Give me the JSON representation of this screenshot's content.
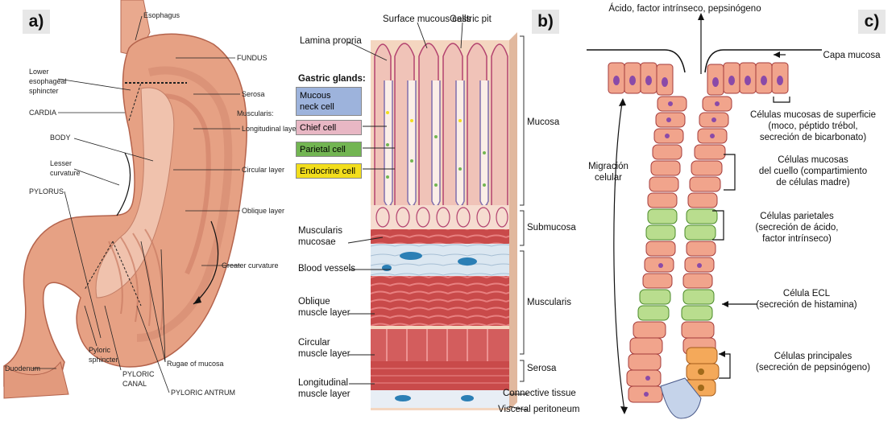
{
  "panel_letters": {
    "a": "a)",
    "b": "b)",
    "c": "c)"
  },
  "panel_a": {
    "esophagus": "Esophagus",
    "fundus": "FUNDUS",
    "les_1": "Lower",
    "les_2": "esophageal",
    "les_3": "sphincter",
    "serosa": "Serosa",
    "cardia": "CARDIA",
    "muscularis": "Muscularis:",
    "longitudinal": "Longitudinal layer",
    "body": "BODY",
    "lesser_1": "Lesser",
    "lesser_2": "curvature",
    "circular": "Circular layer",
    "pylorus": "PYLORUS",
    "oblique": "Oblique layer",
    "greater": "Greater curvature",
    "duodenum": "Duodenum",
    "pyl_sph_1": "Pyloric",
    "pyl_sph_2": "sphincter",
    "pyl_canal_1": "PYLORIC",
    "pyl_canal_2": "CANAL",
    "rugae": "Rugae of mucosa",
    "antrum": "PYLORIC ANTRUM"
  },
  "panel_b": {
    "surface_mucous": "Surface mucous cells",
    "gastric_pit": "Gastric pit",
    "lamina": "Lamina propria",
    "glands_title": "Gastric glands:",
    "gland_boxes": [
      {
        "label": "Mucous",
        "label2": "neck cell",
        "color": "#9db3dc"
      },
      {
        "label": "Chief cell",
        "label2": "",
        "color": "#e8b7c4"
      },
      {
        "label": "Parietal cell",
        "label2": "",
        "color": "#72b552"
      },
      {
        "label": "Endocrine cell",
        "label2": "",
        "color": "#f2de1c"
      }
    ],
    "mucosa": "Mucosa",
    "submucosa": "Submucosa",
    "musc_mucosae_1": "Muscularis",
    "musc_mucosae_2": "mucosae",
    "blood": "Blood vessels",
    "oblique_1": "Oblique",
    "oblique_2": "muscle layer",
    "muscularis": "Muscularis",
    "circular_1": "Circular",
    "circular_2": "muscle layer",
    "serosa": "Serosa",
    "longitudinal_1": "Longitudinal",
    "longitudinal_2": "muscle layer",
    "connective": "Connective tissue",
    "visceral": "Visceral peritoneum"
  },
  "panel_c": {
    "top": "Ácido, factor intrínseco, pepsinógeno",
    "capa": "Capa mucosa",
    "surface_1": "Células mucosas de superficie",
    "surface_2": "(moco, péptido trébol,",
    "surface_3": "secreción de bicarbonato)",
    "migration_1": "Migración",
    "migration_2": "celular",
    "neck_1": "Células mucosas",
    "neck_2": "del cuello (compartimiento",
    "neck_3": "de células madre)",
    "parietal_1": "Células parietales",
    "parietal_2": "(secreción de ácido,",
    "parietal_3": "factor intrínseco)",
    "ecl_1": "Célula ECL",
    "ecl_2": "(secreción de histamina)",
    "chief_1": "Células principales",
    "chief_2": "(secreción de pepsinógeno)"
  }
}
